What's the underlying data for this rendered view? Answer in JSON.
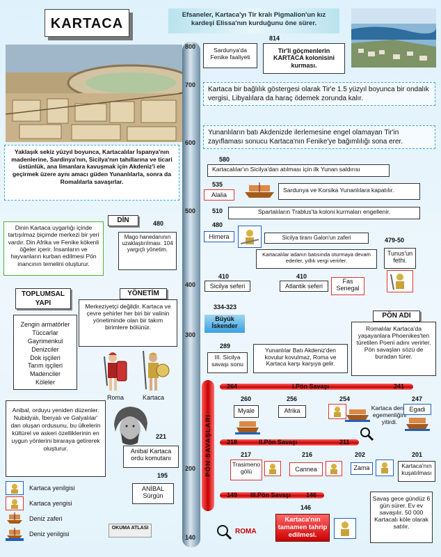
{
  "title": "KARTACA",
  "banner": "Efsaneler, Kartaca'yı Tir kralı Pigmalion'un kız kardeşi Elissa'nın kurduğunu öne sürer.",
  "axis_ticks": [
    "800",
    "700",
    "600",
    "500",
    "400",
    "300",
    "200",
    "140"
  ],
  "punic_wars_vertical": "PÖN SAVAŞLARI",
  "intro": "Yaklaşık sekiz yüzyıl boyunca, Kartacalılar İspanya'nın madenlerine, Sardinya'nın, Sicilya'nın tahıllarına ve ticari üstünlük, ana limanlara kavuşmak için Akdeniz'i ele geçirmek üzere aynı amacı güden Yunanlılarla, sonra da Romalılarla savaşırlar.",
  "din": {
    "header": "DİN",
    "text": "Dinin Kartaca uygarlığı içinde tartışılmaz biçimde merkezi bir yeri vardır. Din Afrika ve Fenike kökenli öğeler içerir. İnsanların ve hayvanların kurban edilmesi Pön inancının temelini oluşturur.",
    "year": "480",
    "note": "Mago hanedanının uzaklaştırılması. 104 yargıçlı yönetim."
  },
  "social": {
    "header": "TOPLUMSAL YAPI",
    "items": [
      "Zengin armatörler",
      "Tüccarlar",
      "Gayrimenkul",
      "Denizciler",
      "Dok işçileri",
      "Tarım işçileri",
      "Madenciler",
      "Köleler"
    ]
  },
  "government": {
    "header": "YÖNETİM",
    "text": "Merkeziyetçi değildir. Kartaca ve çevre şehirler her biri bir valinin yönetiminde olan bir takım birimlere bölünür."
  },
  "soldiers": {
    "roma": "Roma",
    "kartaca": "Kartaca"
  },
  "hannibal": {
    "text": "Anibal, orduyu yeniden düzenler. Nubidyalı, İberyalı ve Galyalılar' dan oluşan ordusunu, bu ülkelerin kültürel ve askeri özelliklerinin en uygun yönlerini biraraya getirerek oluşturur.",
    "year1": "221",
    "note1": "Anibal Kartaca ordu komutanı",
    "year2": "195",
    "note2": "ANİBAL Sürgün"
  },
  "legend": {
    "items": [
      "Kartaca yenilgisi",
      "Kartaca yengisi",
      "Deniz zaferi",
      "Deniz yenilgisi"
    ]
  },
  "publisher": "OKUMA ATLASI",
  "timeline": {
    "y814": "814",
    "sardunya": "Sardunya'da Fenike faaliyeti",
    "tir": "Tir'li göçmenlerin KARTACA kolonisini kurması.",
    "vergi": "Kartaca bir bağlılık göstergesi olarak Tir'e 1.5 yüzyıl boyunca bir ondalık vergisi, Libyalılara da haraç ödemek zorunda kalır.",
    "yunan": "Yunanlıların batı Akdenizde ilerlemesine engel olamayan Tir'in zayıflaması sonucu Kartaca'nın Fenike'ye bağımlılığı sona erer.",
    "y580": "580",
    "sicilya1": "Kartacalılar'ın Sicilya'dan atılması için ilk Yunan saldırısı",
    "y535": "535",
    "alalia": "Alalia",
    "korsika": "Sardunya ve Korsika Yunanlılara kapatılır.",
    "y510": "510",
    "sparta": "Spartalıların Trablus'ta koloni kurmaları engellenir.",
    "y480": "480",
    "himera": "Himera",
    "galon": "Sicilya tiranı Galon'un zaferi",
    "adalar": "Kartacalılar adanın batısında oturmaya devam ederler, yıllık vergi verirler.",
    "y479": "479-50",
    "tunus": "Tunus'un fethi.",
    "y410a": "410",
    "sicilya_seferi": "Sicilya seferi",
    "y410b": "410",
    "atlantik": "Atlantik seferi",
    "fas": "Fas Senegal",
    "y334": "334-323",
    "iskender": "Büyük İskender",
    "y289": "289",
    "sicilya3": "III. Sicilya savaşı sonu",
    "yunan_kovulur": "Yunanlılar Batı Akdeniz'den kovulur kovulmaz, Roma ve Kartaca karşı karşıya gelir.",
    "pon_adi_header": "PÖN ADI",
    "pon_adi": "Romalılar Kartaca'da yaşayanlara Phoenikes'ten türetilen Poeni adını verirler. Pön savaşları sözü de buradan türer."
  },
  "wars": {
    "w1": {
      "start": "264",
      "label": "I.Pön Savaşı",
      "end": "241"
    },
    "w2": {
      "start": "218",
      "label": "II.Pön Savaşı",
      "end": "211"
    },
    "w3": {
      "start": "149",
      "label": "III.Pön Savaşı",
      "end": "146"
    },
    "battles1": [
      {
        "year": "260",
        "name": "Myale"
      },
      {
        "year": "256",
        "name": "Afrika"
      },
      {
        "year": "254",
        "name": ""
      },
      {
        "year": "247",
        "name": "Egadi"
      }
    ],
    "deniz": "Kartaca deniz egemenliğini yitirdi.",
    "battles2": [
      {
        "year": "217",
        "name": "Trasimeno gölü"
      },
      {
        "year": "216",
        "name": "Cannea"
      },
      {
        "year": "202",
        "name": "Zama"
      },
      {
        "year": "201",
        "name": "Kartaca'nın kuşatılması"
      }
    ],
    "y146": "146",
    "tahrip": "Kartaca'nın tamamen tahrip edilmesi.",
    "roma": "ROMA",
    "savas": "Savaş gece gündüz 6 gün sürer. Ev ev savaşılır. 50 000 Kartacalı köle olarak satılır."
  }
}
